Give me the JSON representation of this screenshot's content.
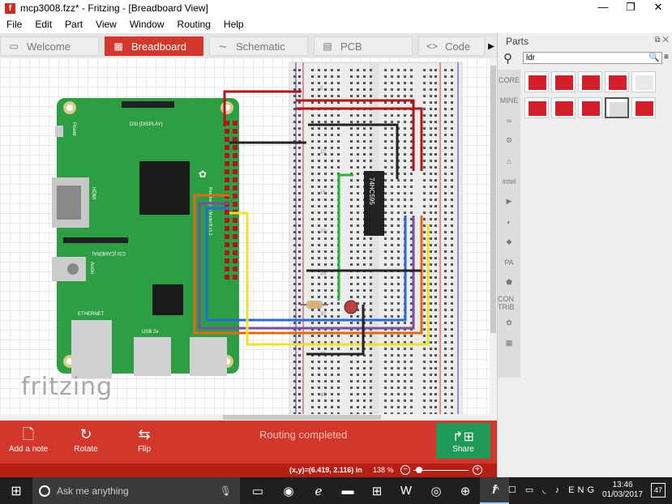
{
  "window": {
    "title": "mcp3008.fzz* - Fritzing - [Breadboard View]",
    "app_icon": "f",
    "controls": [
      "—",
      "❐",
      "✕"
    ]
  },
  "menu": [
    "File",
    "Edit",
    "Part",
    "View",
    "Window",
    "Routing",
    "Help"
  ],
  "tabs": [
    {
      "label": "Welcome",
      "icon": "▭",
      "active": false
    },
    {
      "label": "Breadboard",
      "icon": "▦",
      "active": true
    },
    {
      "label": "Schematic",
      "icon": "⏦",
      "active": false
    },
    {
      "label": "PCB",
      "icon": "▤",
      "active": false
    },
    {
      "label": "Code",
      "icon": "<>",
      "active": false
    }
  ],
  "tab_scroll_arrow": "▶",
  "canvas": {
    "logo_text": "fritzing",
    "pi_labels": {
      "dsi": "DSI (DISPLAY)",
      "power": "Power",
      "hdmi": "HDMI",
      "csi": "CSI (CAMERA)",
      "audio": "Audio",
      "ethernet": "ETHERNET",
      "usb": "USB 2x",
      "model": "Raspberry Pi Model B v1.2"
    },
    "chip_label": "74HC595",
    "bb_numbers": [
      "5",
      "10",
      "15",
      "20",
      "25",
      "30",
      "35",
      "40"
    ]
  },
  "toolbar": {
    "add_note": "Add a note",
    "rotate": "Rotate",
    "flip": "Flip",
    "status": "Routing completed",
    "share": "Share"
  },
  "status": {
    "coords": "(x,y)=(6.419, 2.116) in",
    "zoom": "138 %",
    "zoom_minus": "−",
    "zoom_plus": "+"
  },
  "parts": {
    "title": "Parts",
    "controls": "⧉ ✕",
    "search_value": "ldr",
    "bins": [
      "CORE",
      "MINE",
      "∞",
      "⚙",
      "⌂",
      "intel",
      "▶",
      "◐",
      "◆",
      "PA",
      "⬟",
      "CON TRIB",
      "✿",
      "▦"
    ]
  },
  "taskbar": {
    "search_placeholder": "Ask me anything",
    "time": "13:46",
    "date": "01/03/2017",
    "notifications": "47",
    "tray": "^ ☐ ▭ ◟ ♪ ENG"
  }
}
